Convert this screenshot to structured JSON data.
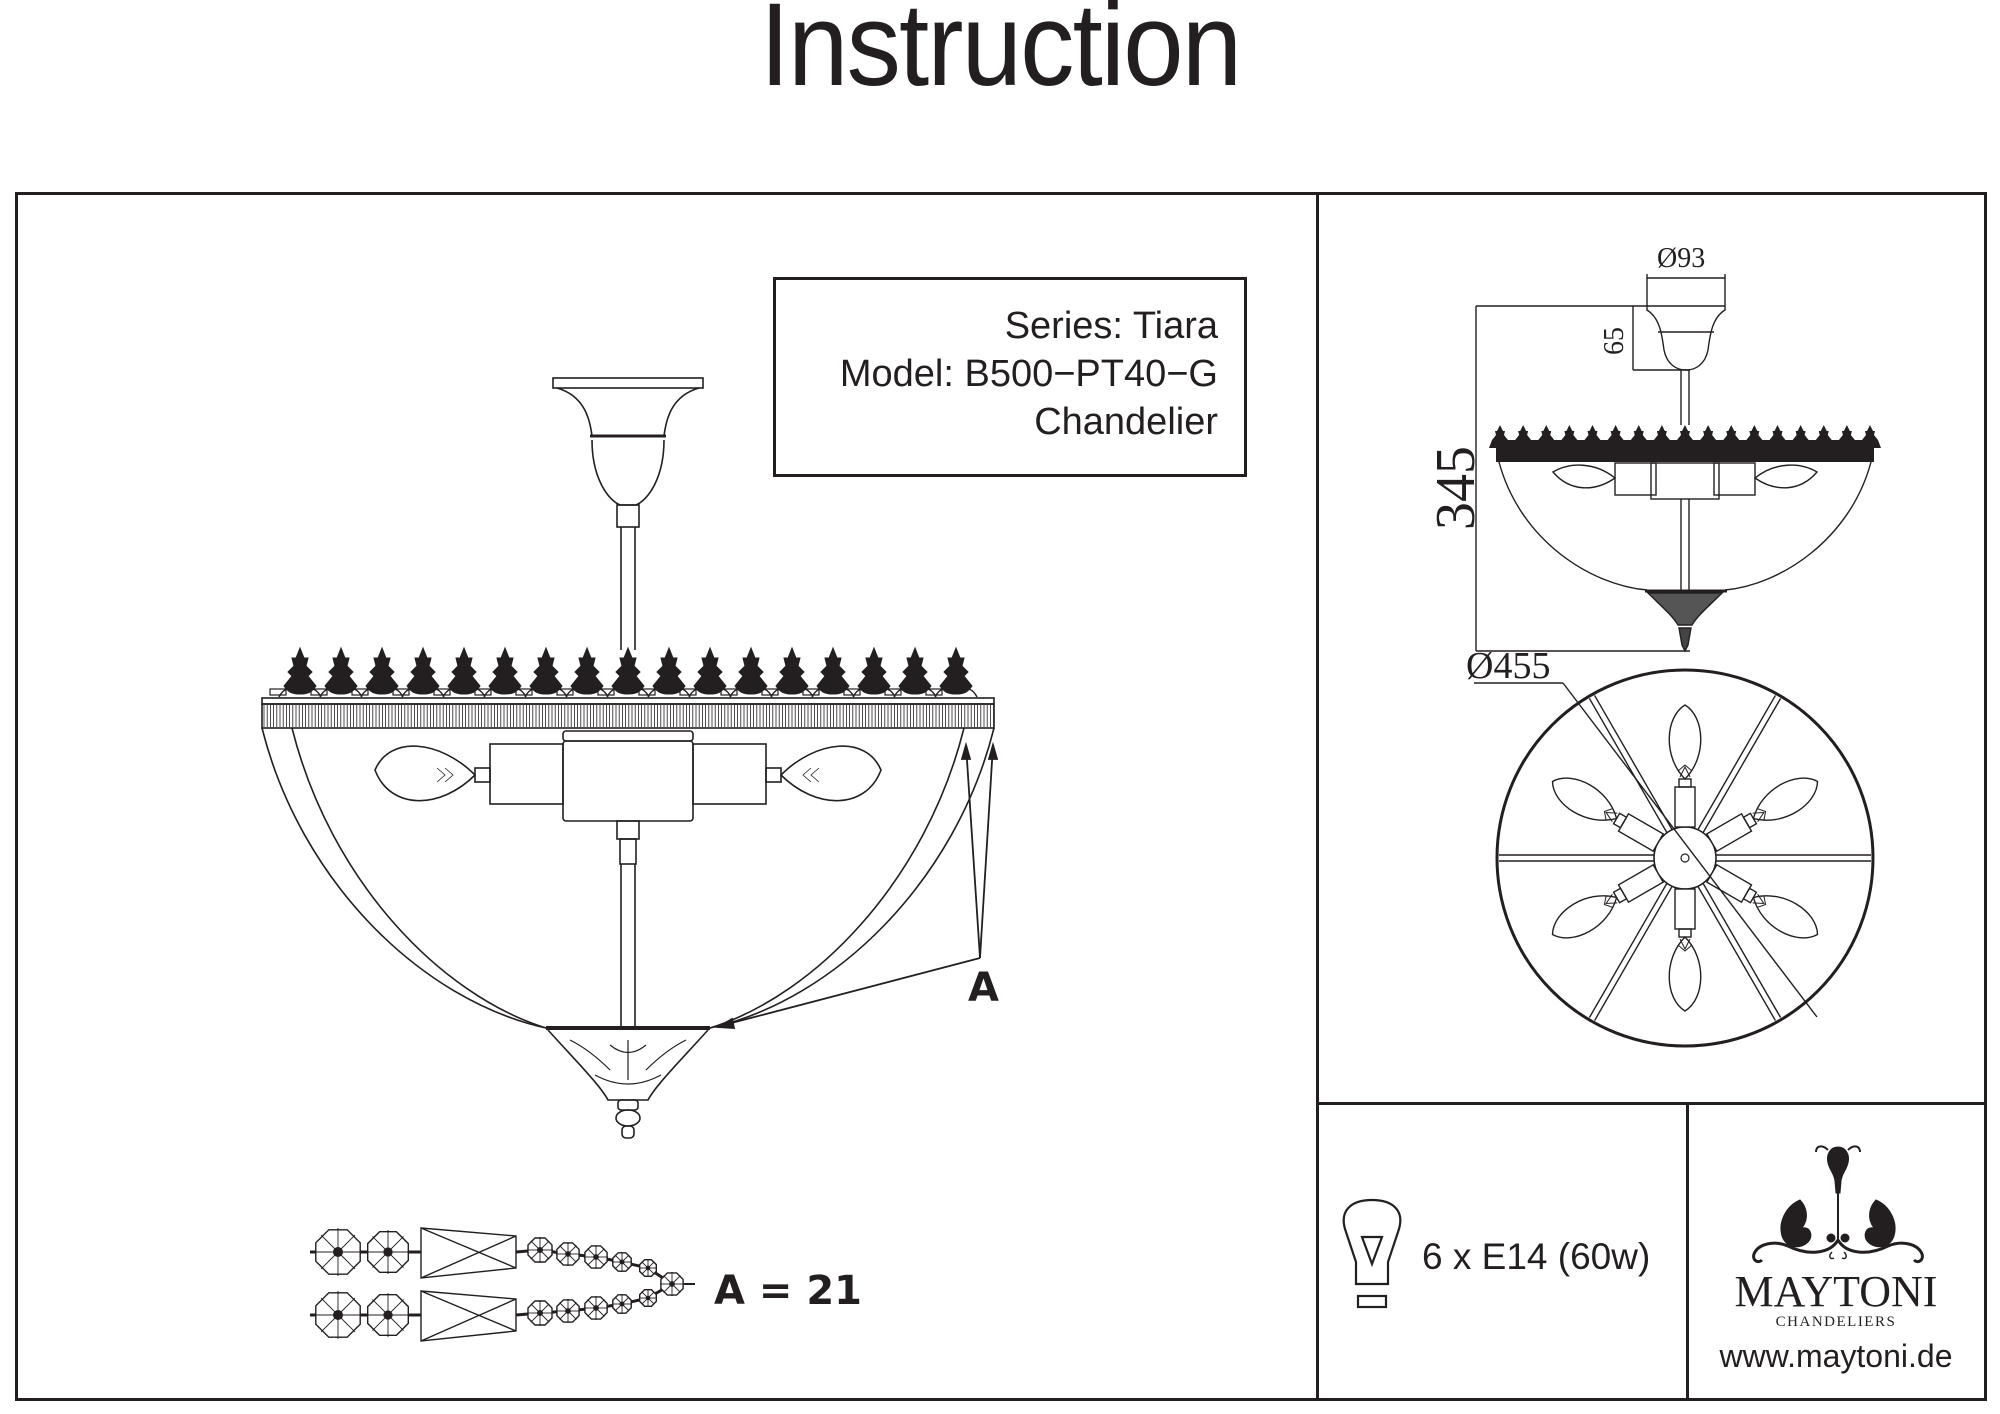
{
  "document": {
    "title": "Instruction"
  },
  "product_info": {
    "series": "Series: Tiara",
    "model": "Model: B500−PT40−G",
    "type": "Chandelier"
  },
  "side_view": {
    "callout_label": "A"
  },
  "dimensions": {
    "canopy_diameter": "Ø93",
    "canopy_height": "65",
    "total_height": "345",
    "shade_diameter": "Ø455"
  },
  "crystals": {
    "count_label": "A = 21"
  },
  "lamp_spec": {
    "icon": "light-bulb-icon",
    "text": "6 x E14 (60w)"
  },
  "brand": {
    "logo_icon": "maytoni-ornament-logo",
    "name": "MAYTONI",
    "tagline": "CHANDELIERS",
    "url": "www.maytoni.de"
  },
  "colors": {
    "ink": "#231f20",
    "paper": "#ffffff"
  }
}
